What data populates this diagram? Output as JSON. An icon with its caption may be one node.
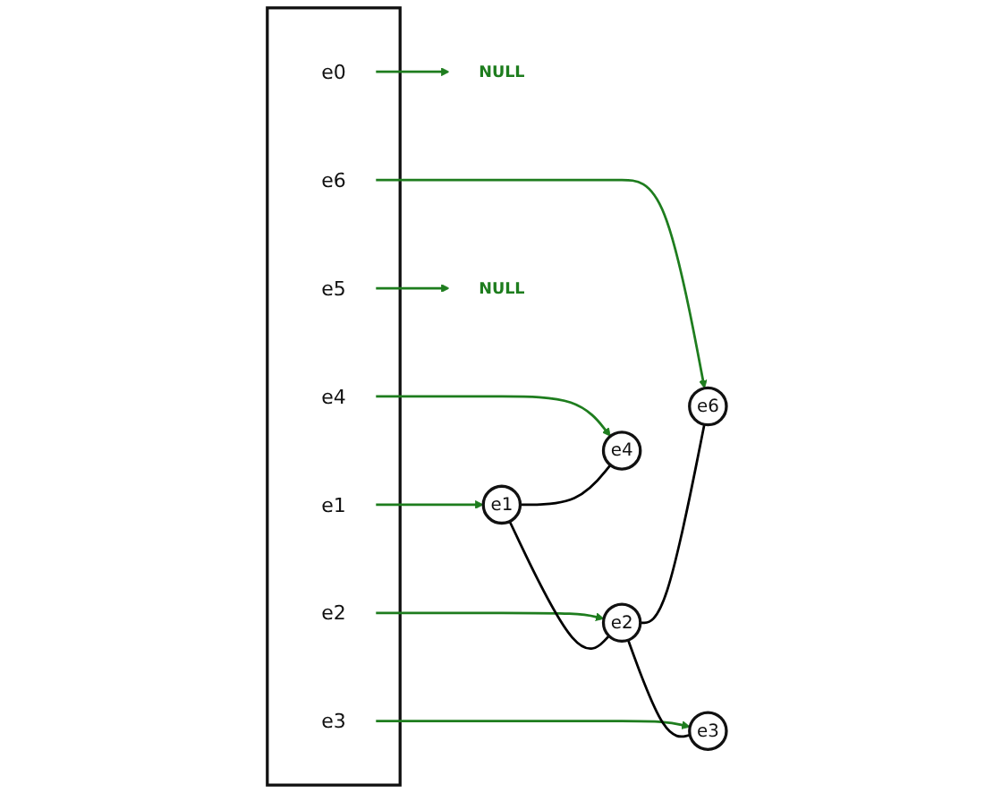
{
  "diagram": {
    "nodes": [
      {
        "text": [],
        "shape": "box"
      },
      {
        "text": [
          "e0"
        ],
        "in": 0
      },
      {
        "text": [
          "e1"
        ],
        "in": 0
      },
      {
        "text": [
          "e2"
        ],
        "in": 0
      },
      {
        "text": [
          "e3"
        ],
        "in": 0
      },
      {
        "text": [
          "e4"
        ],
        "in": 0
      },
      {
        "text": [
          "e5"
        ],
        "in": 0
      },
      {
        "text": [
          "e6"
        ],
        "in": 0
      },
      {
        "text": [
          "NULL"
        ]
      },
      {
        "text": [
          "e1"
        ]
      },
      {
        "text": [
          "e2"
        ]
      },
      {
        "text": [
          "e4"
        ]
      },
      {
        "text": [
          "e6"
        ]
      },
      {
        "text": [
          "e3"
        ]
      },
      {
        "text": [
          "NULL"
        ]
      }
    ],
    "edges": [
      {
        "from": 1,
        "to": 8,
        "arrow": "to"
      },
      {
        "from": 2,
        "to": 9,
        "arrow": "to"
      },
      {
        "from": 3,
        "to": 10,
        "arrow": "to"
      },
      {
        "from": 4,
        "to": 13,
        "arrow": "to"
      },
      {
        "from": 5,
        "to": 11,
        "arrow": "to"
      },
      {
        "from": 6,
        "to": 14,
        "arrow": "to"
      },
      {
        "from": 7,
        "to": 12,
        "arrow": "to"
      },
      {
        "from": 9,
        "to": 10,
        "arrow": "none",
        "color": "#000000"
      },
      {
        "from": 9,
        "to": 11,
        "arrow": "none",
        "color": "#000000"
      },
      {
        "from": 10,
        "to": 12,
        "arrow": "none",
        "color": "#000000"
      },
      {
        "from": 10,
        "to": 13,
        "arrow": "none",
        "color": "#000000"
      }
    ]
  }
}
